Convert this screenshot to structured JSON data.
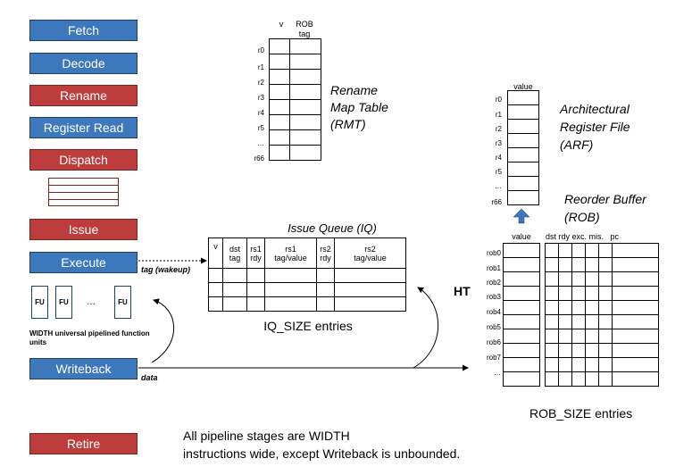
{
  "pipeline": {
    "stages": [
      {
        "label": "Fetch",
        "color": "blue"
      },
      {
        "label": "Decode",
        "color": "blue"
      },
      {
        "label": "Rename",
        "color": "red"
      },
      {
        "label": "Register Read",
        "color": "blue"
      },
      {
        "label": "Dispatch",
        "color": "red"
      },
      {
        "label": "Issue",
        "color": "red"
      },
      {
        "label": "Execute",
        "color": "blue"
      },
      {
        "label": "Writeback",
        "color": "blue"
      },
      {
        "label": "Retire",
        "color": "red"
      }
    ],
    "fu_label": "FU",
    "fu_dots": "…",
    "fu_caption": "WIDTH universal pipelined function units",
    "colors": {
      "blue": "#3d78bd",
      "red": "#bd3d3d"
    }
  },
  "rmt": {
    "col_v": "v",
    "col_rob": "ROB",
    "col_tag": "tag",
    "rows": [
      "r0",
      "r1",
      "r2",
      "r3",
      "r4",
      "r5",
      "…",
      "r66"
    ],
    "title_line1": "Rename",
    "title_line2": "Map Table",
    "title_line3": "(RMT)"
  },
  "arf": {
    "col_value": "value",
    "rows": [
      "r0",
      "r1",
      "r2",
      "r3",
      "r4",
      "r5",
      "…",
      "r66"
    ],
    "title_line1": "Architectural",
    "title_line2": "Register File",
    "title_line3": "(ARF)"
  },
  "iq": {
    "title": "Issue Queue (IQ)",
    "headers": [
      {
        "l1": "v",
        "l2": ""
      },
      {
        "l1": "dst",
        "l2": "tag"
      },
      {
        "l1": "rs1",
        "l2": "rdy"
      },
      {
        "l1": "rs1",
        "l2": "tag/value"
      },
      {
        "l1": "rs2",
        "l2": "rdy"
      },
      {
        "l1": "rs2",
        "l2": "tag/value"
      }
    ],
    "size_label": "IQ_SIZE entries"
  },
  "rob": {
    "title_line1": "Reorder Buffer",
    "title_line2": "(ROB)",
    "col_value": "value",
    "cols_rest": "dst rdy exc. mis.   pc",
    "rows": [
      "rob0",
      "rob1",
      "rob2",
      "rob3",
      "rob4",
      "rob5",
      "rob6",
      "rob7",
      "…"
    ],
    "ht_label": "HT",
    "size_label": "ROB_SIZE entries"
  },
  "wires": {
    "tag_label": "tag (wakeup)",
    "data_label": "data"
  },
  "note": {
    "line1": "All pipeline stages are WIDTH",
    "line2": "instructions wide, except Writeback is unbounded."
  }
}
